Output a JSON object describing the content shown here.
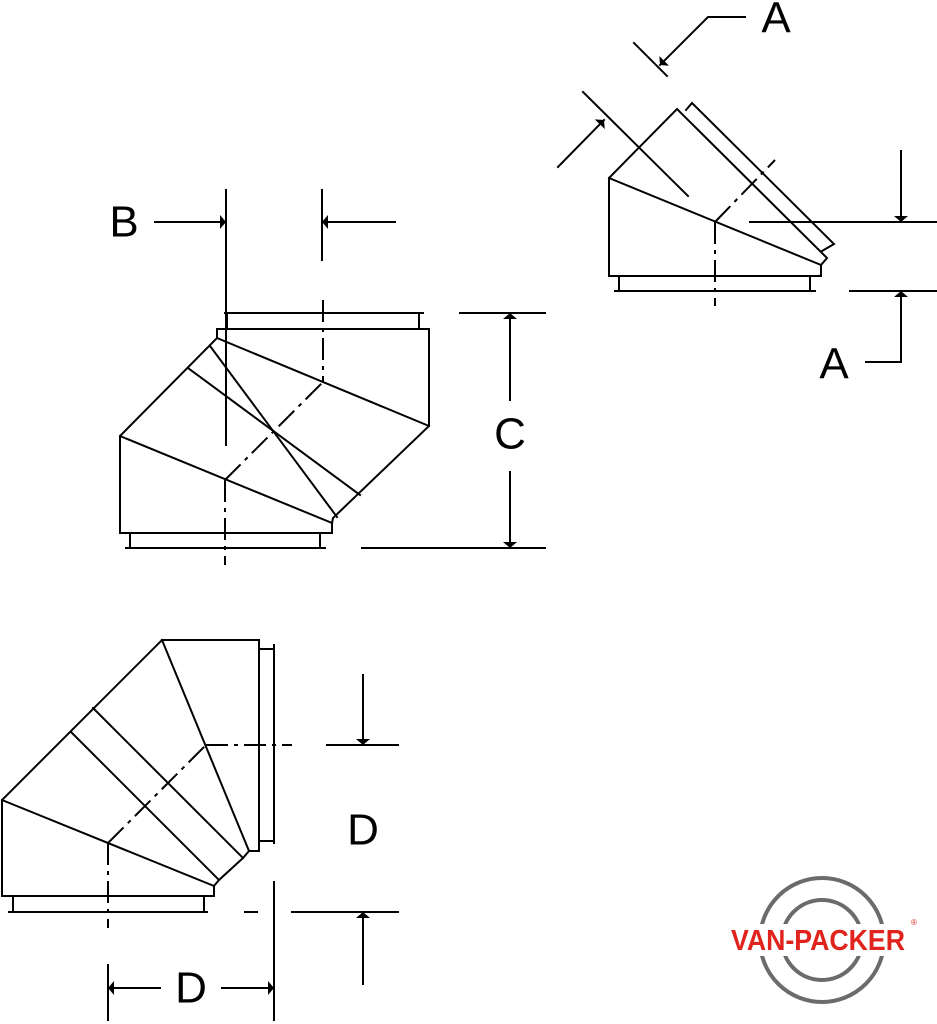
{
  "diagram": {
    "labels": {
      "a_top": "A",
      "a_bottom": "A",
      "b": "B",
      "c": "C",
      "d_right": "D",
      "d_bottom": "D"
    }
  },
  "logo": {
    "text": "VAN-PACKER",
    "registered": "®",
    "text_color": "#e0231c",
    "ring_color": "#6b6b6b"
  }
}
